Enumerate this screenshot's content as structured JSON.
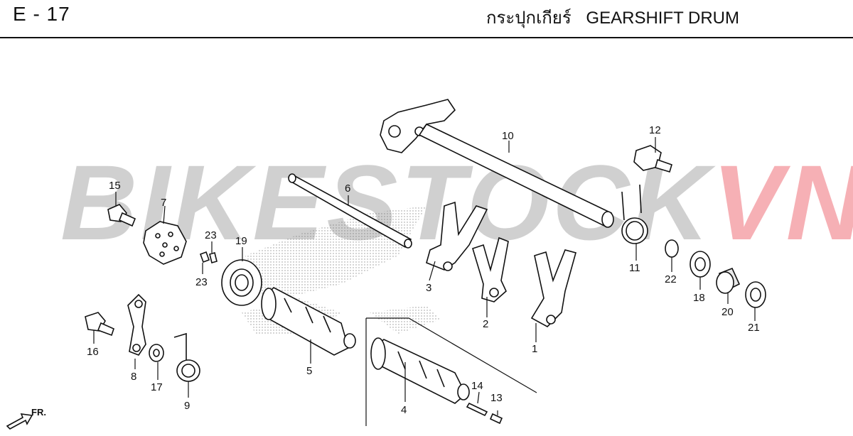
{
  "header": {
    "code": "E - 17",
    "title_thai": "กระปุกเกียร์",
    "title_en": "GEARSHIFT DRUM"
  },
  "watermark": {
    "main": "BIKESTOCK",
    "accent": "VN",
    "main_color": "#969696",
    "accent_color": "#eb505a"
  },
  "direction": {
    "label": "FR."
  },
  "callouts": [
    {
      "id": "c1",
      "label": "1"
    },
    {
      "id": "c2",
      "label": "2"
    },
    {
      "id": "c3",
      "label": "3"
    },
    {
      "id": "c4",
      "label": "4"
    },
    {
      "id": "c5",
      "label": "5"
    },
    {
      "id": "c6",
      "label": "6"
    },
    {
      "id": "c7",
      "label": "7"
    },
    {
      "id": "c8",
      "label": "8"
    },
    {
      "id": "c9",
      "label": "9"
    },
    {
      "id": "c10",
      "label": "10"
    },
    {
      "id": "c11",
      "label": "11"
    },
    {
      "id": "c12",
      "label": "12"
    },
    {
      "id": "c13",
      "label": "13"
    },
    {
      "id": "c14",
      "label": "14"
    },
    {
      "id": "c15",
      "label": "15"
    },
    {
      "id": "c16",
      "label": "16"
    },
    {
      "id": "c17",
      "label": "17"
    },
    {
      "id": "c18",
      "label": "18"
    },
    {
      "id": "c19",
      "label": "19"
    },
    {
      "id": "c20",
      "label": "20"
    },
    {
      "id": "c21",
      "label": "21"
    },
    {
      "id": "c22",
      "label": "22"
    },
    {
      "id": "c23a",
      "label": "23"
    },
    {
      "id": "c23b",
      "label": "23"
    }
  ]
}
